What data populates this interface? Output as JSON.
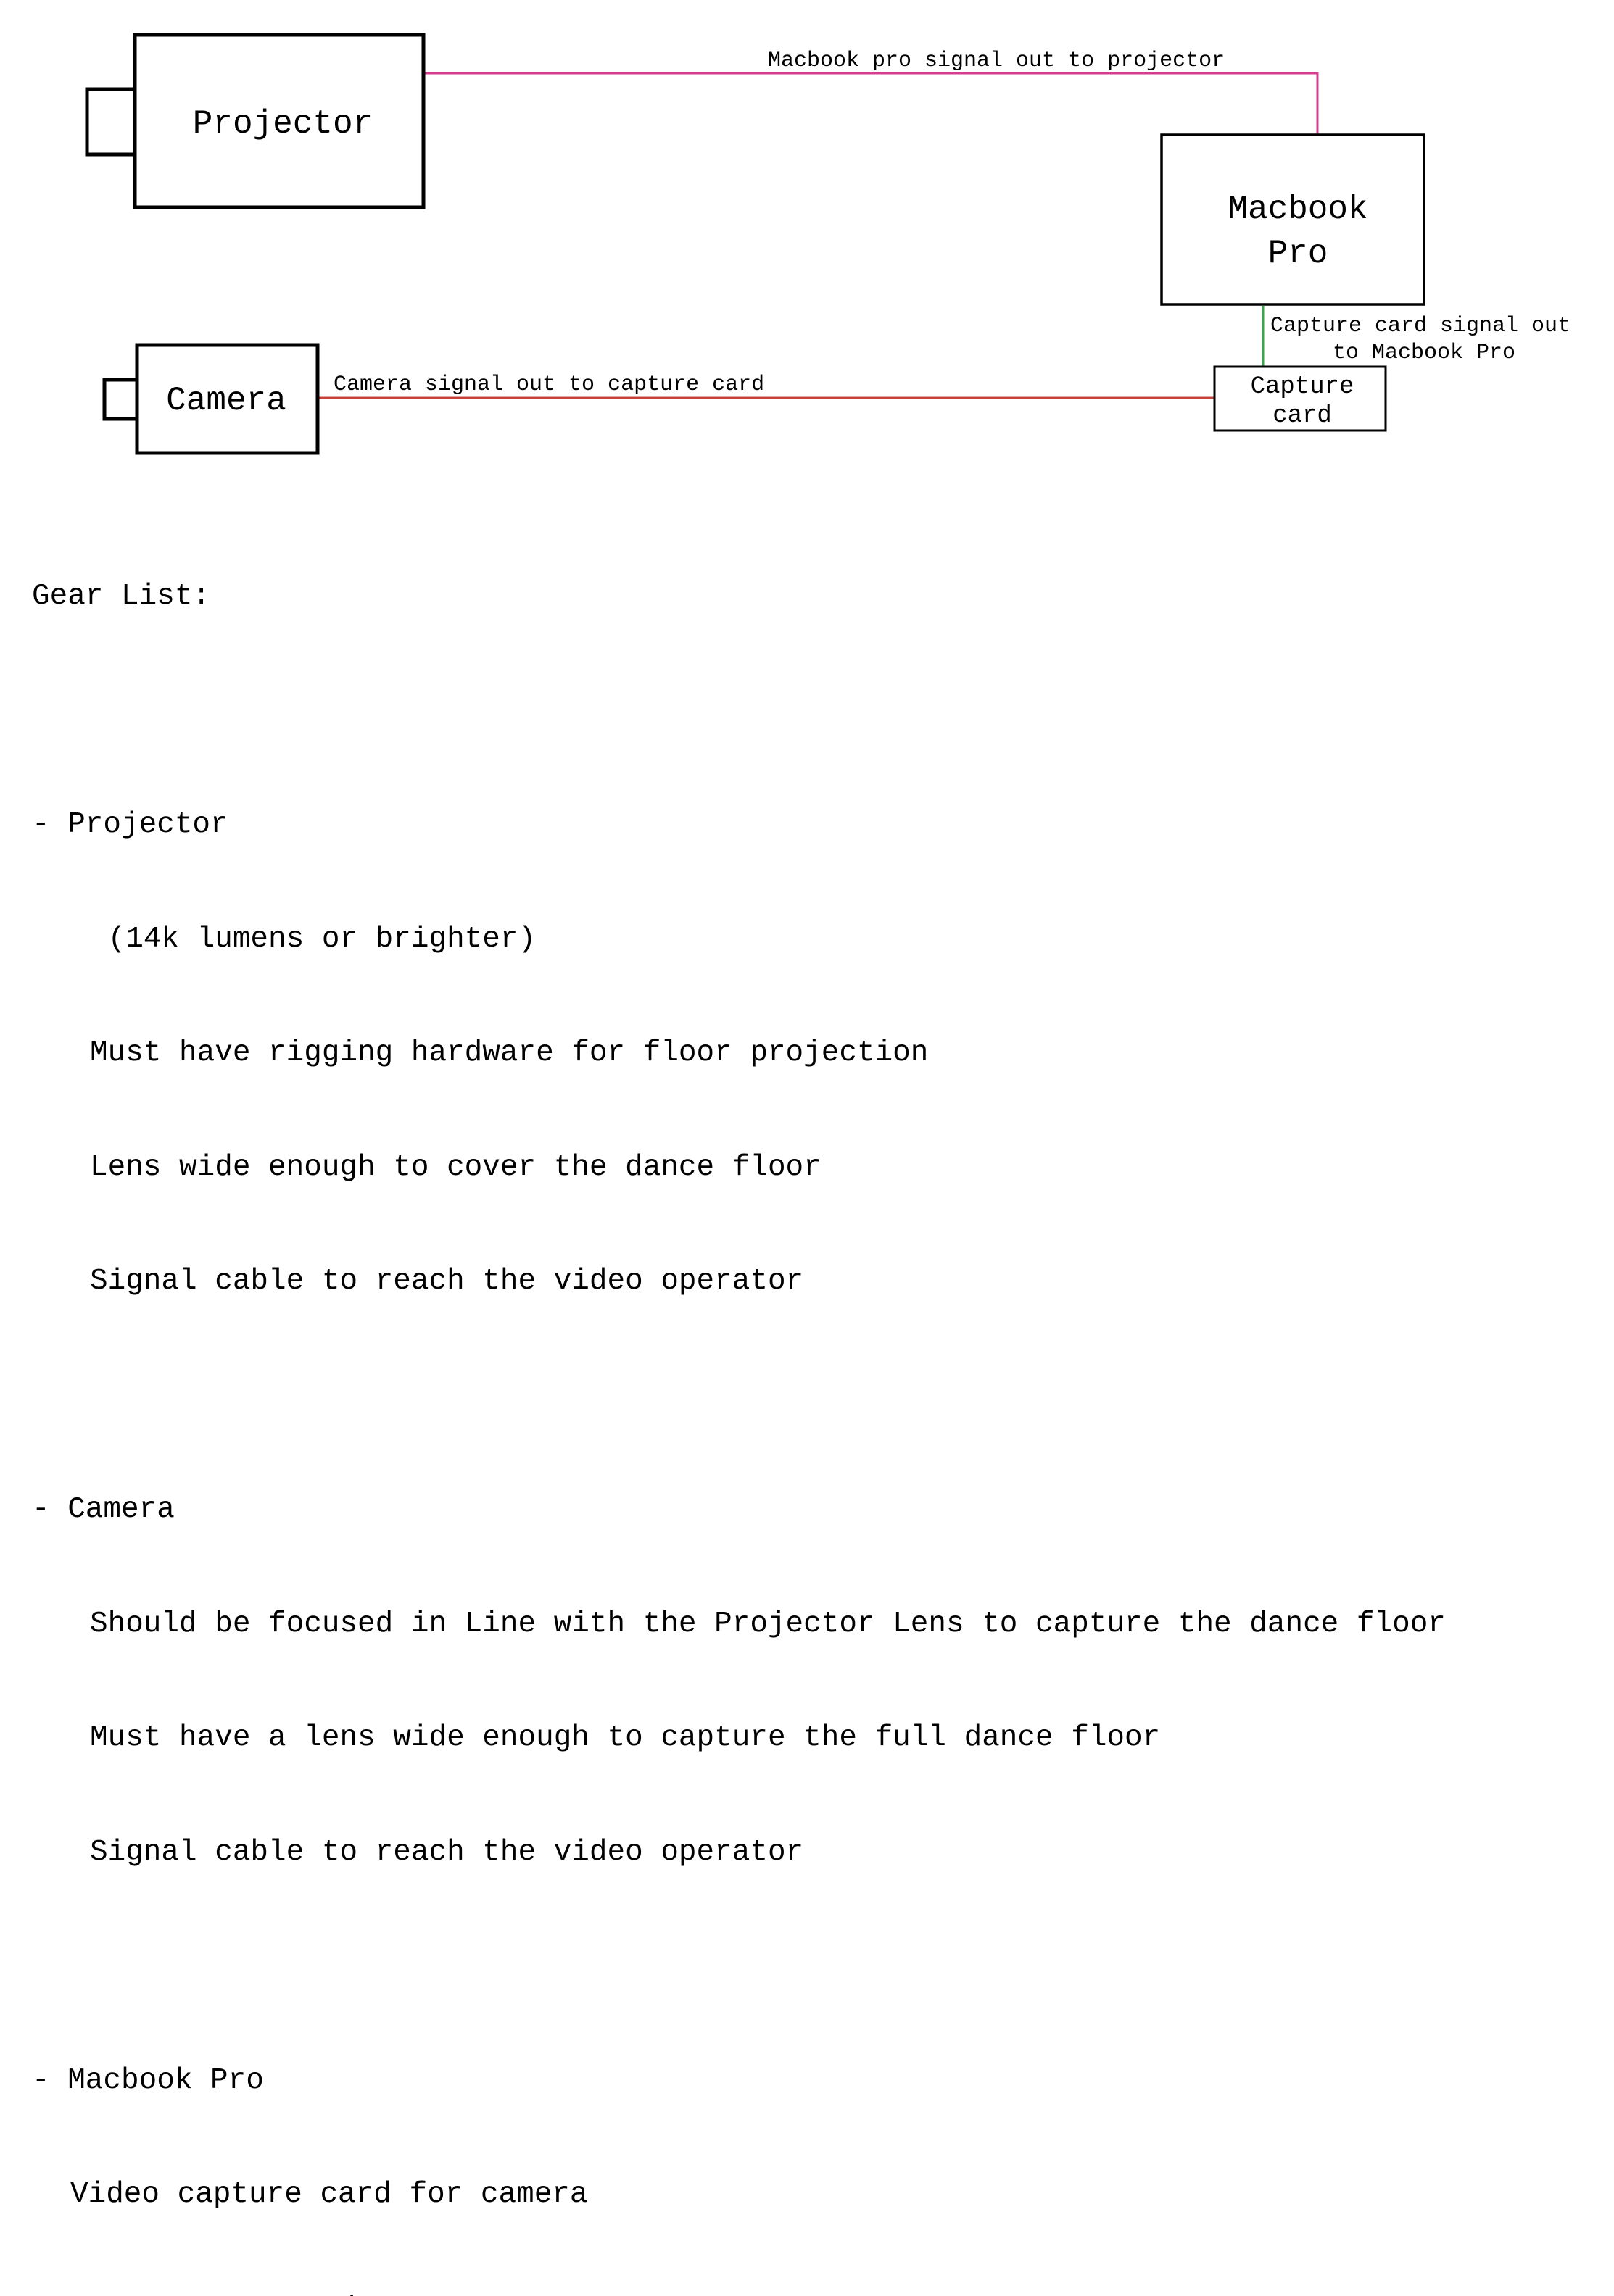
{
  "diagram": {
    "projector_label": "Projector",
    "macbook_label_line1": "Macbook",
    "macbook_label_line2": "Pro",
    "camera_label": "Camera",
    "capture_label_line1": "Capture",
    "capture_label_line2": "card",
    "wire_macbook_projector": "Macbook pro signal out to projector",
    "wire_capture_macbook_line1": "Capture card signal out",
    "wire_capture_macbook_line2": "to Macbook Pro",
    "wire_camera_capture": "Camera signal out to capture card",
    "colors": {
      "macbook_to_projector": "#d63c8e",
      "capture_to_macbook": "#3aa64b",
      "camera_to_capture": "#c9413b"
    }
  },
  "gear_list": {
    "title": "Gear List:",
    "projector": {
      "heading": "- Projector",
      "items": [
        " (14k lumens or brighter)",
        "Must have rigging hardware for floor projection",
        "Lens wide enough to cover the dance floor",
        "Signal cable to reach the video operator"
      ]
    },
    "camera": {
      "heading": "- Camera",
      "items": [
        "Should be focused in Line with the Projector Lens to capture the dance floor",
        "Must have a lens wide enough to capture the full dance floor",
        "Signal cable to reach the video operator"
      ]
    },
    "macbook": {
      "heading": "- Macbook Pro",
      "items": [
        "Video capture card for camera",
        "Any necessary adapters"
      ]
    }
  }
}
